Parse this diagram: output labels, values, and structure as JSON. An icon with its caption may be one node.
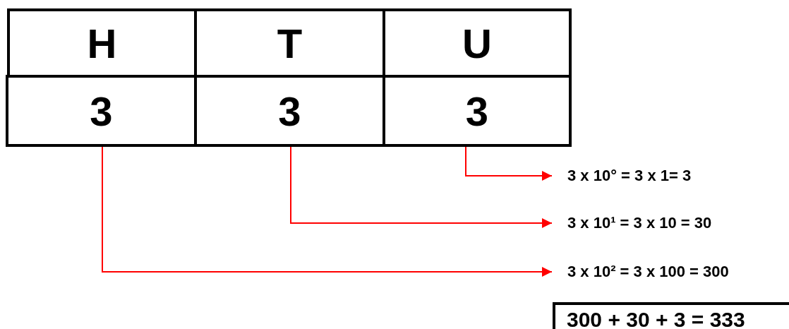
{
  "diagram": {
    "nodes": [
      {
        "text": [
          "H"
        ]
      },
      {
        "text": [
          "T"
        ]
      },
      {
        "text": [
          "U"
        ]
      },
      {
        "text": [
          "3"
        ]
      },
      {
        "text": [
          "3"
        ]
      },
      {
        "text": [
          "3"
        ]
      },
      {
        "text": [
          "3 x 10° = 3 x 1= 3"
        ]
      },
      {
        "text": [
          "3 x 10¹ = 3 x 10 = 30"
        ]
      },
      {
        "text": [
          "3 x 10² = 3 x 100 = 300"
        ]
      },
      {
        "text": [
          "300 + 30 + 3 = 333"
        ]
      }
    ],
    "edges": [
      {
        "from": 5,
        "to": 6,
        "arrow": "to"
      },
      {
        "from": 4,
        "to": 7,
        "arrow": "to"
      },
      {
        "from": 3,
        "to": 8,
        "arrow": "to"
      }
    ]
  }
}
